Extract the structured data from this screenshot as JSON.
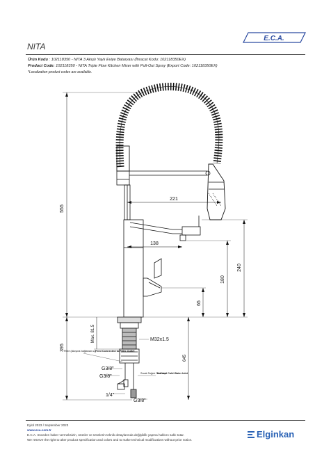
{
  "header": {
    "brand_logo": "E.C.A.",
    "product_name": "NITA"
  },
  "info": {
    "urun_kodu_label": "Ürün Kodu",
    "urun_kodu_value": ": 102118350 - NITA 3 Akışlı Yaylı Eviye Bataryası (İhracat Kodu: 102118350EX)",
    "product_code_label": "Product Code:",
    "product_code_value": "102118350 - NITA Triple Flow Kitchen Mixer with Pull-Out Spray (Export Code: 102118350EX)",
    "note": "*Localization product codes are available."
  },
  "dimensions": {
    "d555": "555",
    "d395": "395",
    "d221": "221",
    "d138": "138",
    "d240": "240",
    "d180": "180",
    "d65": "65",
    "d645": "645",
    "max815": "Max. 81.5",
    "m32": "M32x1.5",
    "g38a": "G3/8\"",
    "g38b": "G3/8\"",
    "g38c": "G3/8\"",
    "q14": "1/4\""
  },
  "callouts": {
    "filtre_tr": "Filtre (Akışına bağlanan uç)",
    "filtre_en": "Feed Connected to Filter Outlet",
    "sicak_tr": "Sıcak Soğuk Su Girişi",
    "sicak_en": "Hot and Cold Water Inlet"
  },
  "footer": {
    "date": "Eylül 2023 / September 2023",
    "website": "www.eca.com.tr",
    "disclaimer_tr": "E.C.A. önceden haber vermeksizin, ürünler ve ürünlerin teknik detaylarında değişiklik yapma hakkını saklı tutar.",
    "disclaimer_en": "We reserve the right to alter product specification and colors and to make technical modifications without prior notice.",
    "brand": "Elginkan"
  },
  "colors": {
    "line": "#111111",
    "brand_blue": "#2a62b5",
    "logo_blue": "#2a4aa0"
  }
}
